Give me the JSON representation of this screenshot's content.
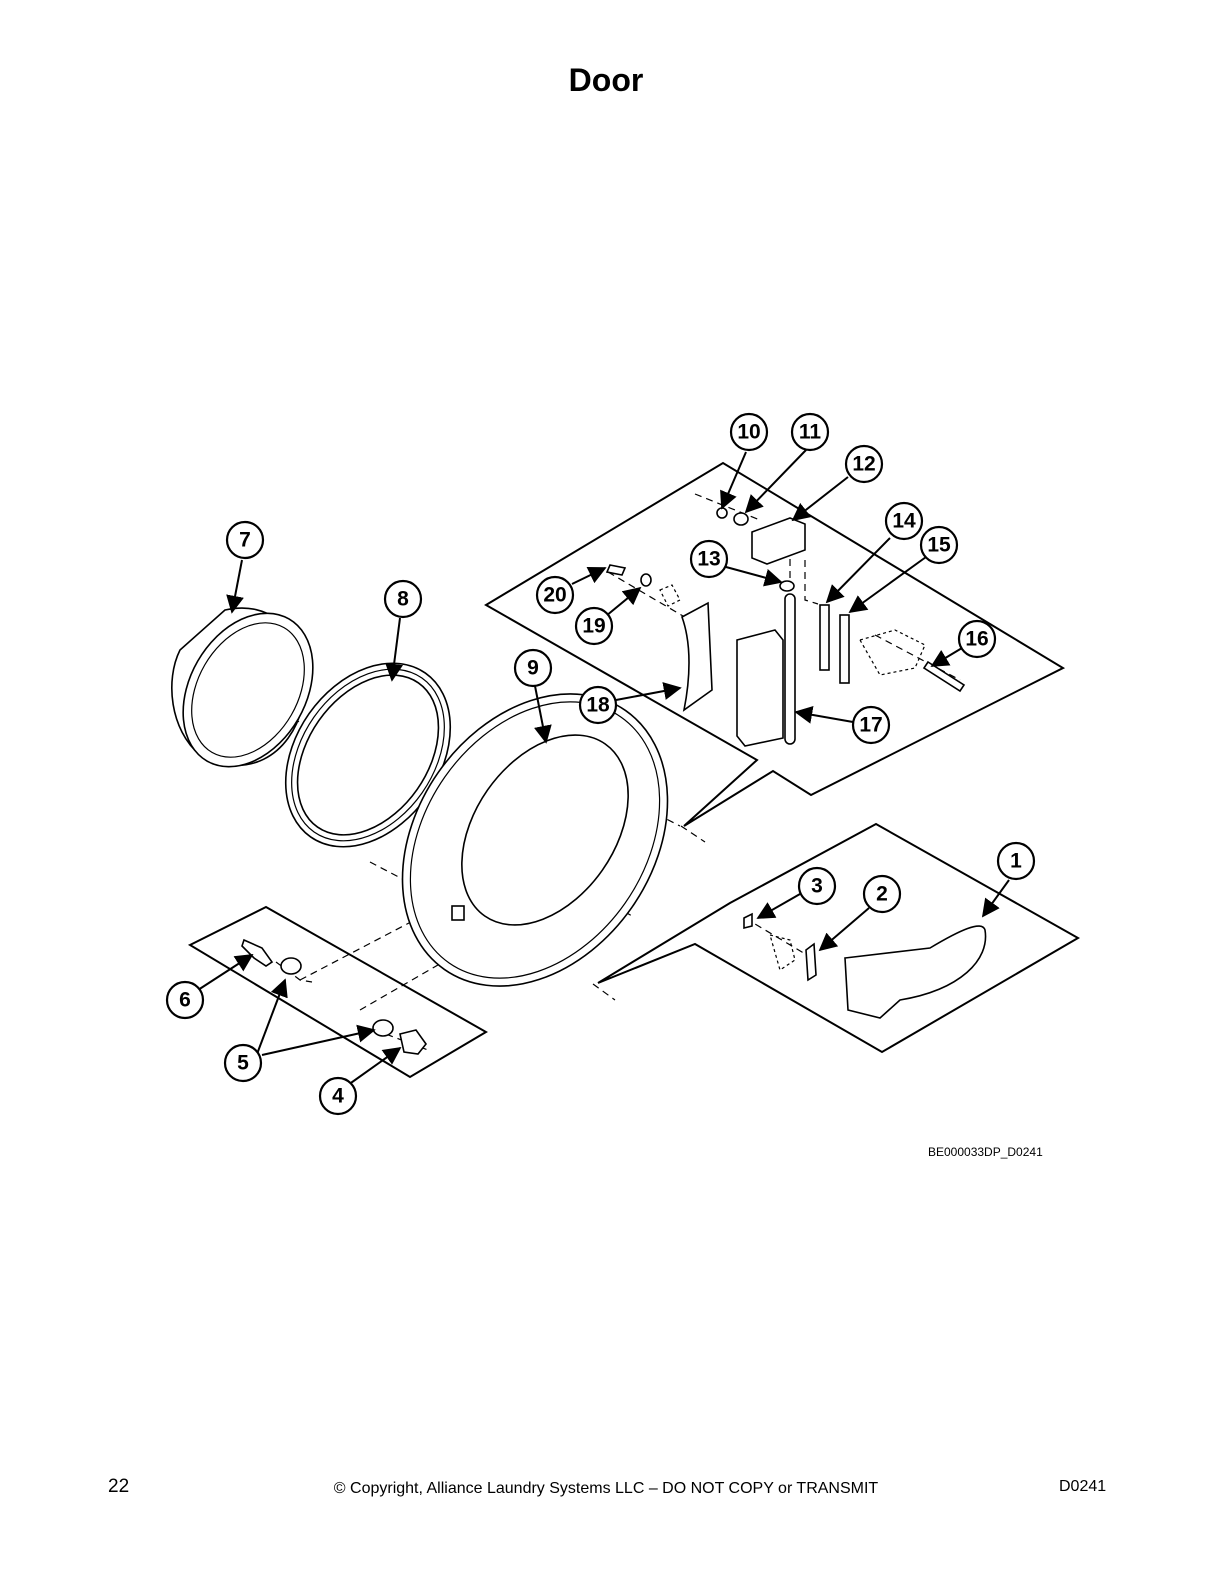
{
  "title": "Door",
  "diagram": {
    "callouts": [
      {
        "label": "1"
      },
      {
        "label": "2"
      },
      {
        "label": "3"
      },
      {
        "label": "4"
      },
      {
        "label": "5"
      },
      {
        "label": "6"
      },
      {
        "label": "7"
      },
      {
        "label": "8"
      },
      {
        "label": "9"
      },
      {
        "label": "10"
      },
      {
        "label": "11"
      },
      {
        "label": "12"
      },
      {
        "label": "13"
      },
      {
        "label": "14"
      },
      {
        "label": "15"
      },
      {
        "label": "16"
      },
      {
        "label": "17"
      },
      {
        "label": "18"
      },
      {
        "label": "19"
      },
      {
        "label": "20"
      }
    ],
    "reference_code": "BE000033DP_D0241"
  },
  "footer": {
    "page_number": "22",
    "copyright": "© Copyright, Alliance Laundry Systems LLC – DO NOT COPY or TRANSMIT",
    "doc_code": "D0241"
  }
}
